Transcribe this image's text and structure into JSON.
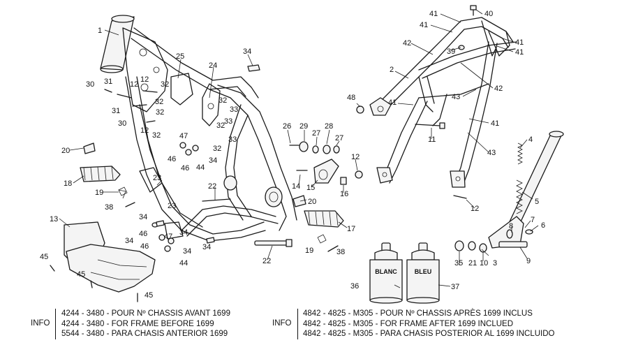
{
  "callouts": [
    "1",
    "2",
    "3",
    "4",
    "5",
    "6",
    "7",
    "8",
    "9",
    "10",
    "11",
    "12",
    "13",
    "14",
    "15",
    "16",
    "17",
    "18",
    "19",
    "20",
    "21",
    "22",
    "23",
    "24",
    "25",
    "26",
    "27",
    "28",
    "29",
    "30",
    "31",
    "32",
    "33",
    "34",
    "35",
    "36",
    "37",
    "38",
    "39",
    "40",
    "41",
    "42",
    "43",
    "44",
    "45",
    "46",
    "47",
    "48"
  ],
  "spray_cans": [
    {
      "label": "BLANC",
      "number": "36"
    },
    {
      "label": "BLEU",
      "number": "37"
    }
  ],
  "info": {
    "tag": "INFO",
    "left_lines": [
      "4244 - 3480  -  POUR Nº CHASSIS AVANT 1699",
      "4244 - 3480  -  FOR FRAME BEFORE 1699",
      "5544 - 3480  -  PARA CHASIS ANTERIOR 1699"
    ],
    "right_lines": [
      "4842 - 4825 - M305  -  POUR Nº CHASSIS APRÈS 1699 INCLUS",
      "4842 - 4825 - M305  -  FOR FRAME AFTER 1699 INCLUED",
      "4842 - 4825 - M305  -  PARA CHASIS POSTERIOR AL 1699 INCLUIDO"
    ]
  }
}
